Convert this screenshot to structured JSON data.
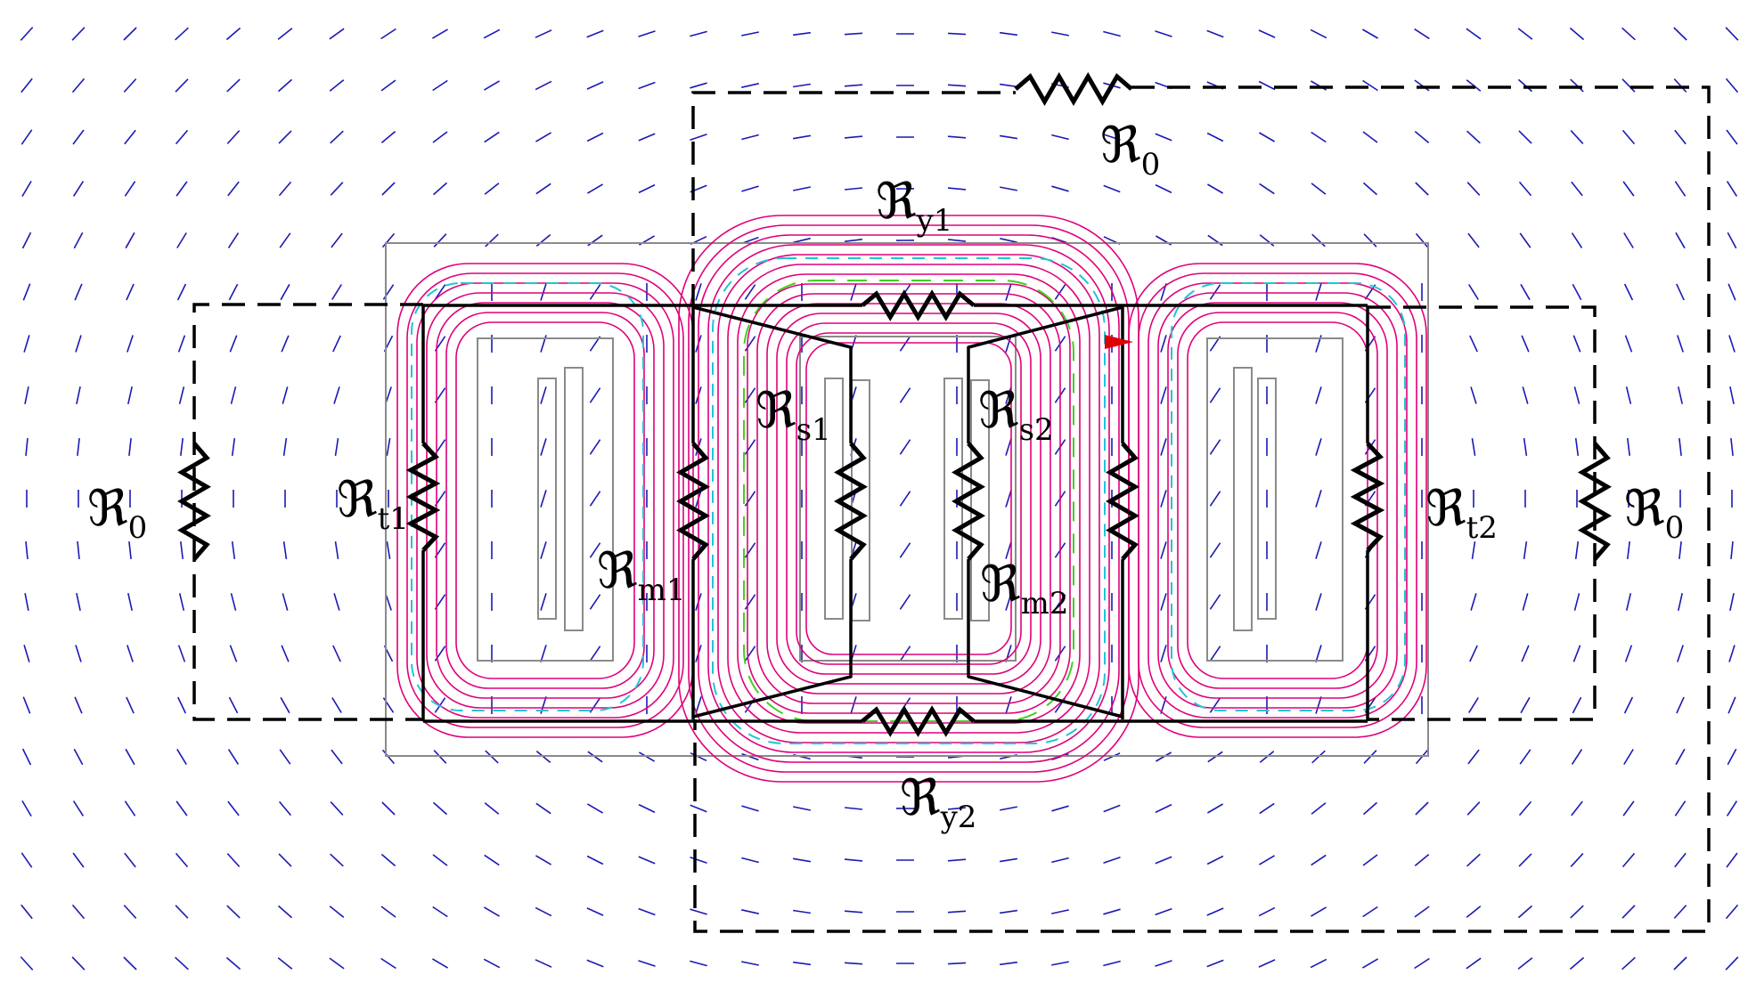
{
  "diagram": {
    "colors": {
      "circuit": "#000000",
      "field_lines": "#e0007a",
      "field_arrows": "#1a1ab4",
      "core_outline": "#8a8a8a",
      "cyan_flux": "#22c4d8",
      "green_flux": "#40d020",
      "marker": "#e00000"
    },
    "labels": {
      "r0_top": {
        "symbol": "ℜ",
        "sub": "0"
      },
      "r0_left": {
        "symbol": "ℜ",
        "sub": "0"
      },
      "r0_right": {
        "symbol": "ℜ",
        "sub": "0"
      },
      "ry1": {
        "symbol": "ℜ",
        "sub": "y1"
      },
      "ry2": {
        "symbol": "ℜ",
        "sub": "y2"
      },
      "rt1": {
        "symbol": "ℜ",
        "sub": "t1"
      },
      "rt2": {
        "symbol": "ℜ",
        "sub": "t2"
      },
      "rs1": {
        "symbol": "ℜ",
        "sub": "s1"
      },
      "rs2": {
        "symbol": "ℜ",
        "sub": "s2"
      },
      "rm1": {
        "symbol": "ℜ",
        "sub": "m1"
      },
      "rm2": {
        "symbol": "ℜ",
        "sub": "m2"
      }
    }
  }
}
